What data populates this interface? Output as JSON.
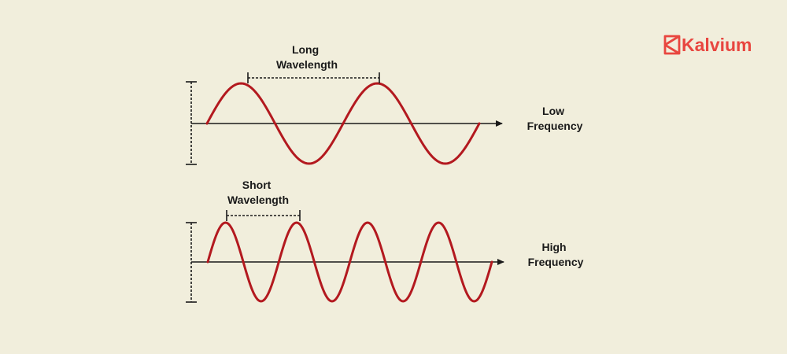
{
  "brand": {
    "name": "Kalvium",
    "color": "#e8463f",
    "icon": "kalvium-logo-icon"
  },
  "colors": {
    "wave": "#b3191f",
    "line": "#1a1a1a",
    "background": "#f1eedc"
  },
  "top_panel": {
    "wavelength_label": [
      "Long",
      "Wavelength"
    ],
    "frequency_label": [
      "Low",
      "Frequency"
    ],
    "cycles": 2
  },
  "bottom_panel": {
    "wavelength_label": [
      "Short",
      "Wavelength"
    ],
    "frequency_label": [
      "High",
      "Frequency"
    ],
    "cycles": 4
  }
}
